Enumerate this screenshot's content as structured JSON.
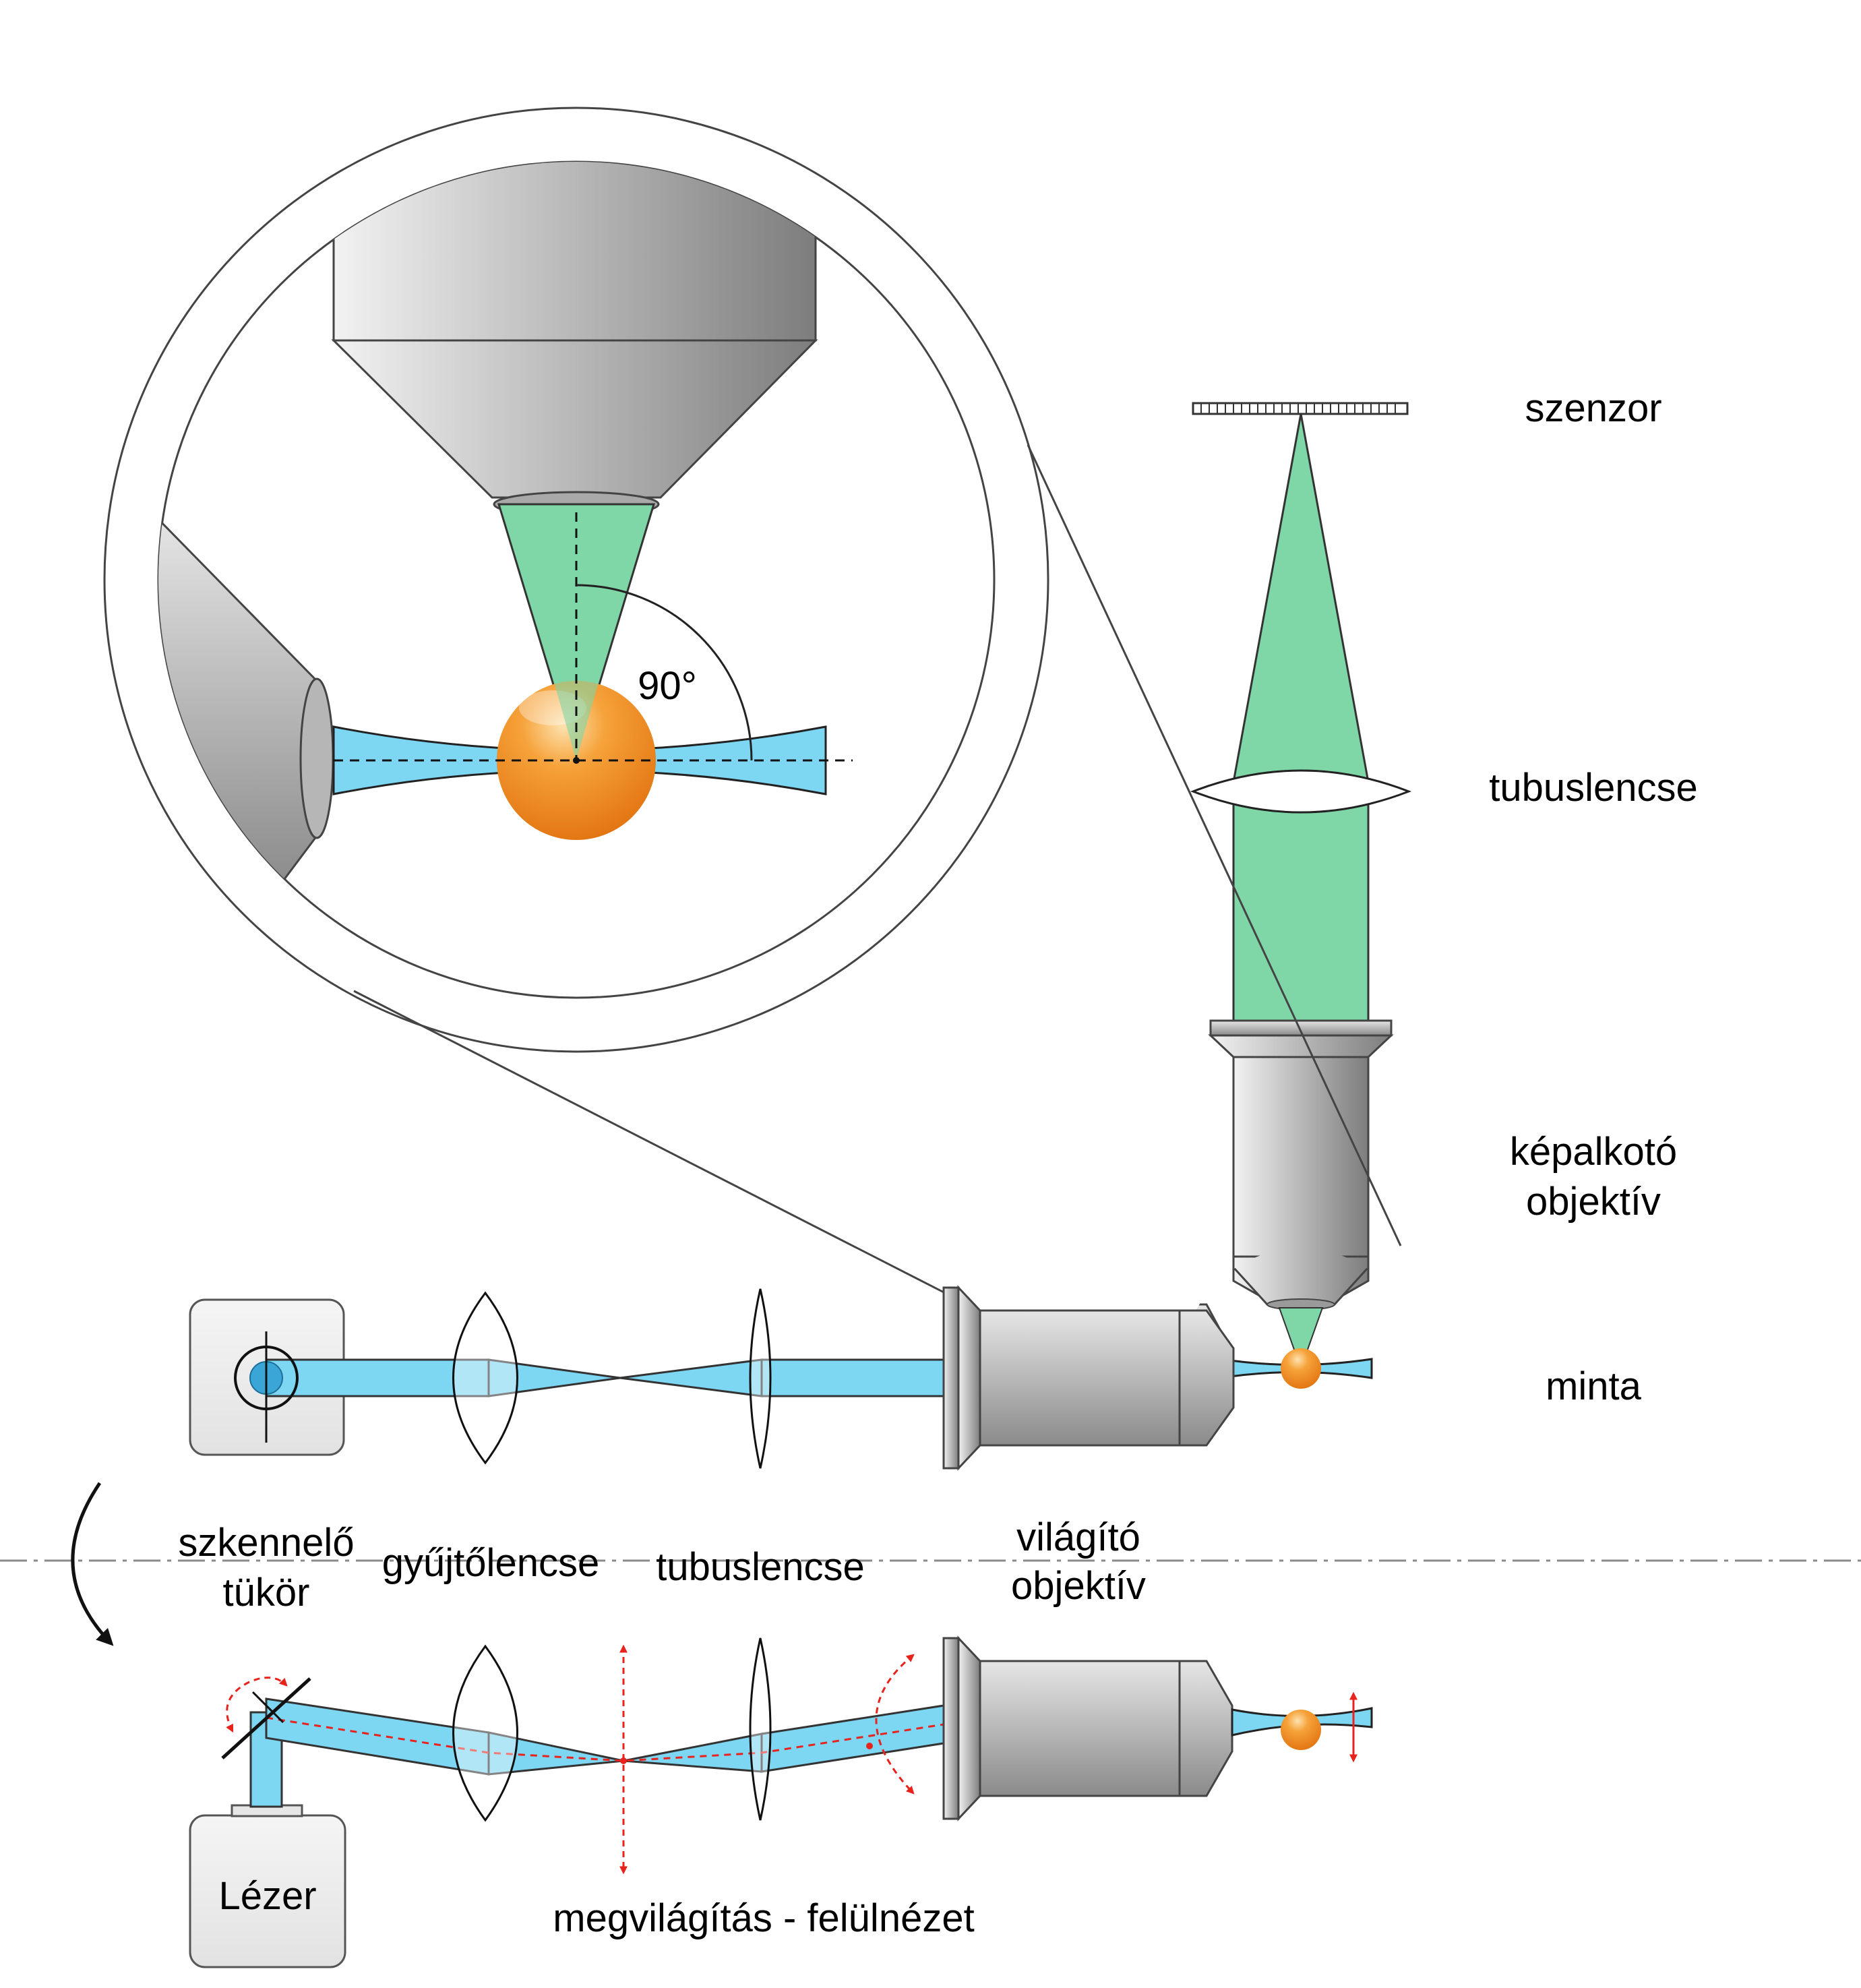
{
  "labels": {
    "sensor": "szenzor",
    "tube_lens_detection": "tubuslencse",
    "imaging_objective_line1": "képalkotó",
    "imaging_objective_line2": "objektív",
    "sample": "minta",
    "angle": "90°",
    "scan_mirror_line1": "szkennelő",
    "scan_mirror_line2": "tükör",
    "collector_lens": "gyűjtőlencse",
    "tube_lens_illumination": "tubuslencse",
    "illumination_objective_line1": "világító",
    "illumination_objective_line2": "objektív",
    "laser": "Lézer",
    "top_view_caption": "megvilágítás - felülnézet"
  },
  "colors": {
    "emission_green": "#7fd6a6",
    "laser_blue": "#7dd6f2",
    "sample_orange": "#f08a1c",
    "scan_arrow_red": "#e8231d",
    "outline": "#3a3a3a"
  }
}
